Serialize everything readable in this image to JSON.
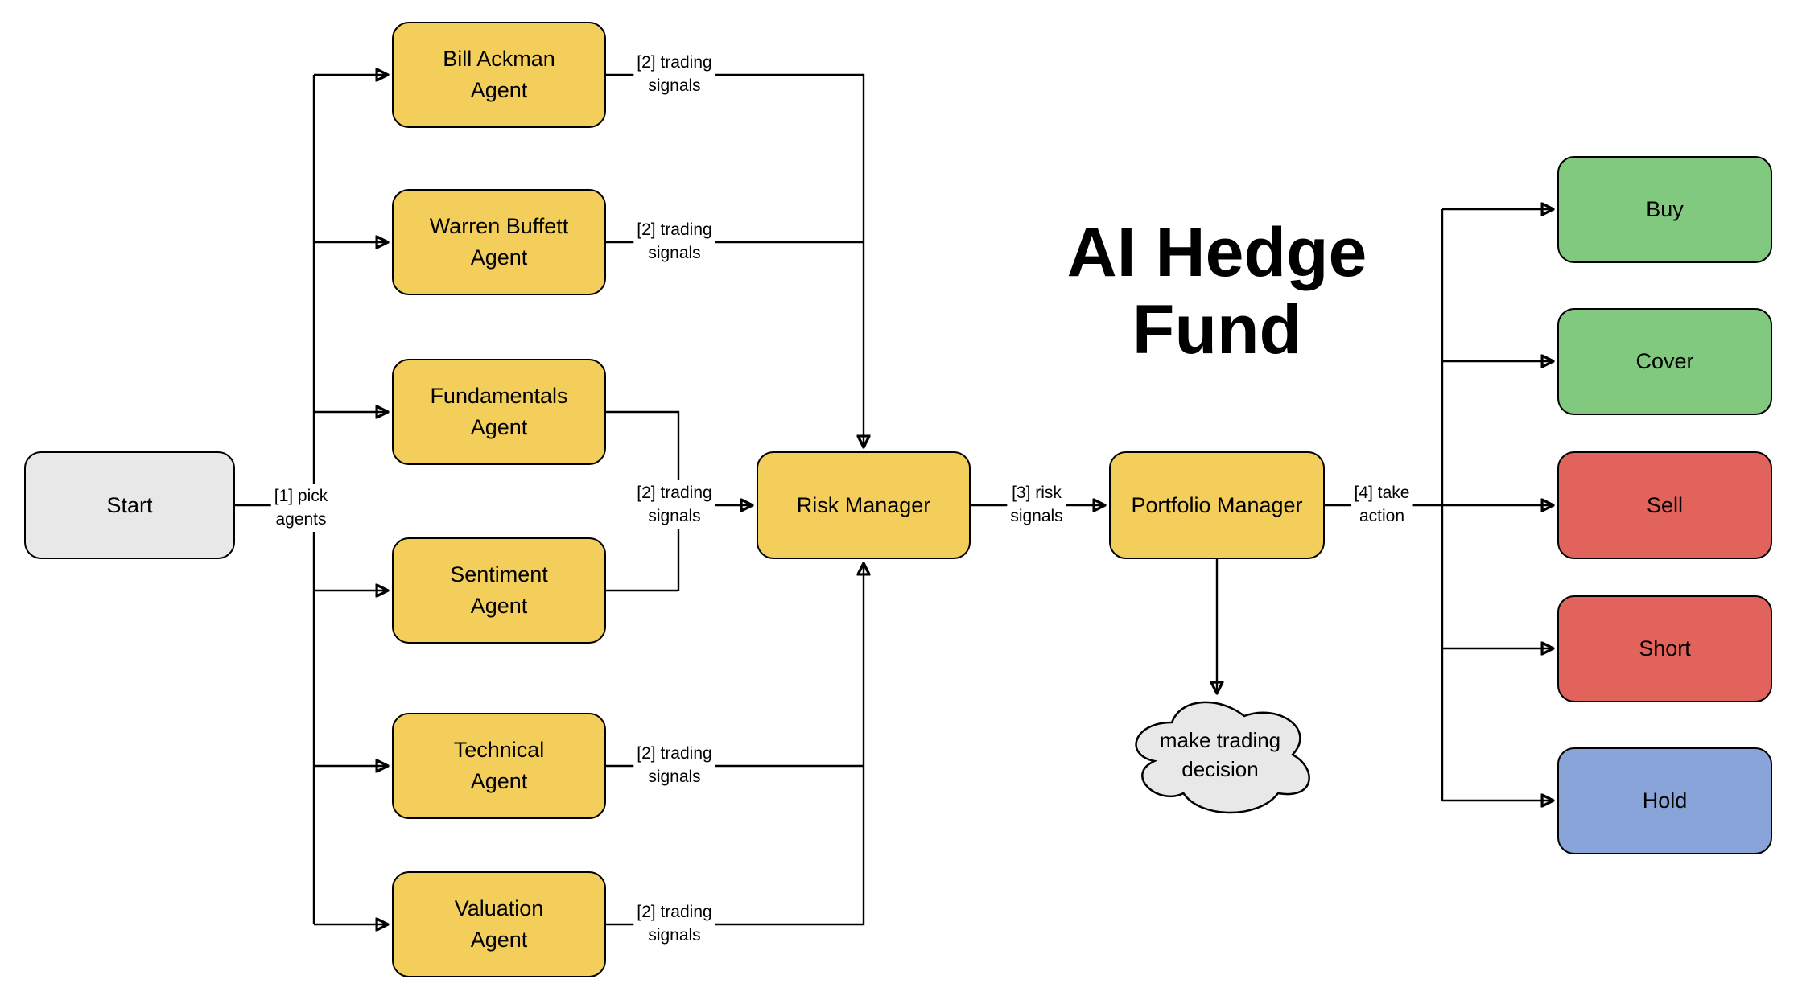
{
  "title": "AI Hedge\nFund",
  "colors": {
    "agent_yellow": "#F3CE5B",
    "neutral_gray": "#E8E8E8",
    "buy_green": "#81C97F",
    "sell_red": "#E2635C",
    "hold_blue": "#88A4D8",
    "edge_black": "#000000",
    "background": "#FFFFFF"
  },
  "nodes": {
    "start": {
      "label": "Start"
    },
    "bill_ackman": {
      "label": "Bill Ackman\nAgent"
    },
    "warren_buffett": {
      "label": "Warren Buffett\nAgent"
    },
    "fundamentals": {
      "label": "Fundamentals\nAgent"
    },
    "sentiment": {
      "label": "Sentiment\nAgent"
    },
    "technical": {
      "label": "Technical\nAgent"
    },
    "valuation": {
      "label": "Valuation\nAgent"
    },
    "risk_manager": {
      "label": "Risk Manager"
    },
    "portfolio_manager": {
      "label": "Portfolio Manager"
    },
    "buy": {
      "label": "Buy"
    },
    "cover": {
      "label": "Cover"
    },
    "sell": {
      "label": "Sell"
    },
    "short": {
      "label": "Short"
    },
    "hold": {
      "label": "Hold"
    },
    "decision_cloud": {
      "label": "make trading\ndecision"
    }
  },
  "edge_labels": {
    "pick_agents": "[1] pick\nagents",
    "ackman_signals": "[2] trading\nsignals",
    "buffett_signals": "[2] trading\nsignals",
    "merged_signals": "[2] trading\nsignals",
    "technical_signals": "[2] trading\nsignals",
    "valuation_signals": "[2] trading\nsignals",
    "risk_signals": "[3] risk\nsignals",
    "take_action": "[4] take\naction"
  }
}
